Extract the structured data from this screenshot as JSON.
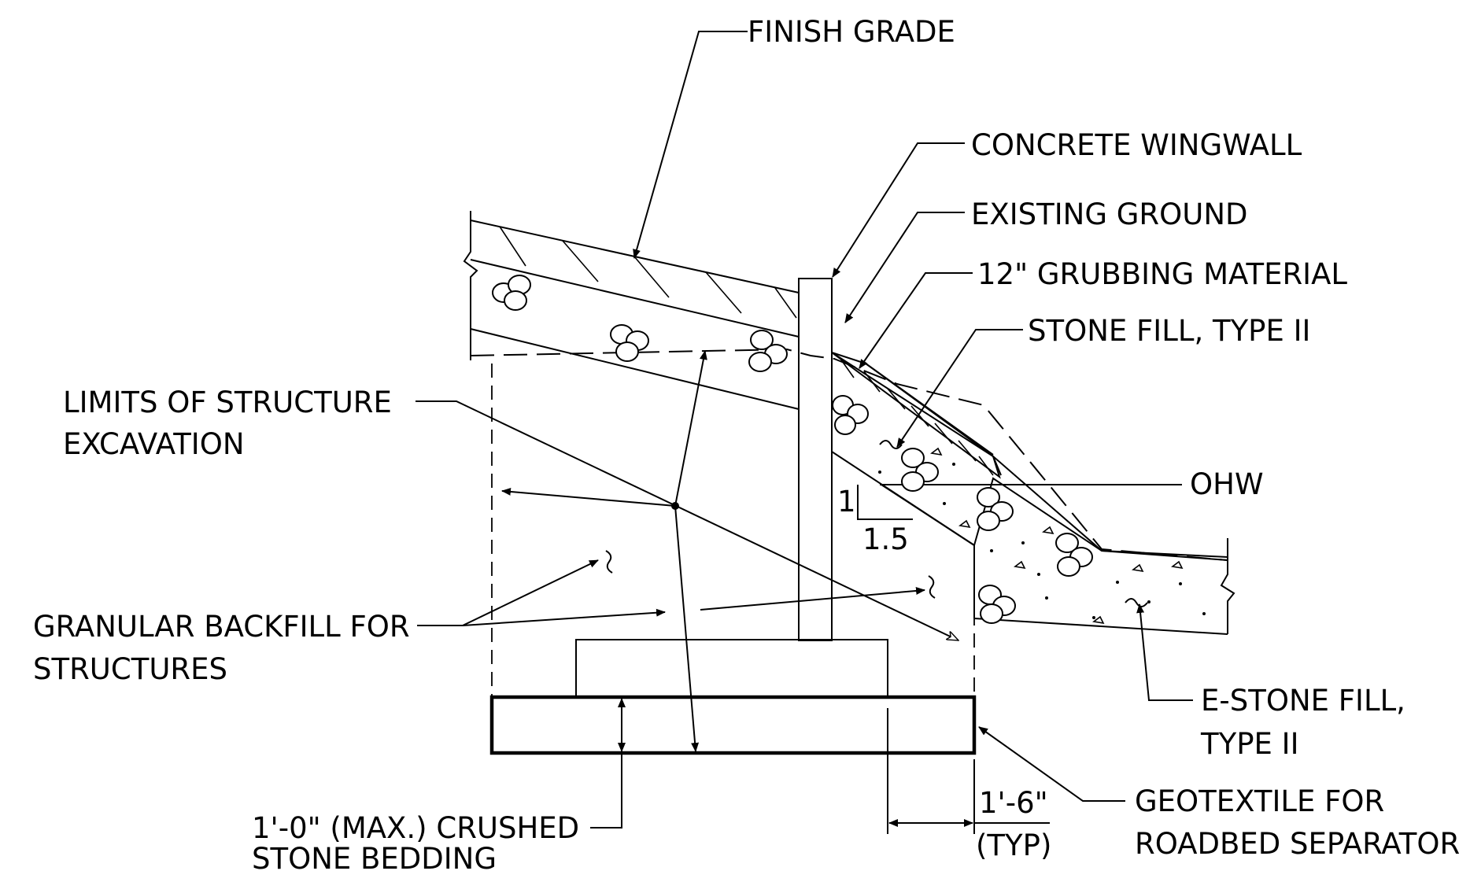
{
  "labels": {
    "finish_grade": "FINISH GRADE",
    "concrete_wingwall": "CONCRETE WINGWALL",
    "existing_ground": "EXISTING GROUND",
    "grubbing_material": "12\" GRUBBING MATERIAL",
    "stone_fill": "STONE FILL, TYPE II",
    "ohw": "OHW",
    "limits_line1": "LIMITS OF STRUCTURE",
    "limits_line2": "EXCAVATION",
    "granular_line1": "GRANULAR BACKFILL FOR",
    "granular_line2": "STRUCTURES",
    "e_stone_line1": "E-STONE FILL,",
    "e_stone_line2": "TYPE II",
    "bedding_line1": "1'-0\" (MAX.) CRUSHED",
    "bedding_line2": "STONE BEDDING",
    "geotextile_line1": "GEOTEXTILE FOR",
    "geotextile_line2": "ROADBED SEPARATOR",
    "dim_value": "1'-6\"",
    "dim_typ": "(TYP)",
    "slope_rise": "1",
    "slope_run": "1.5"
  },
  "colors": {
    "ink": "#000000",
    "paper": "#ffffff"
  }
}
